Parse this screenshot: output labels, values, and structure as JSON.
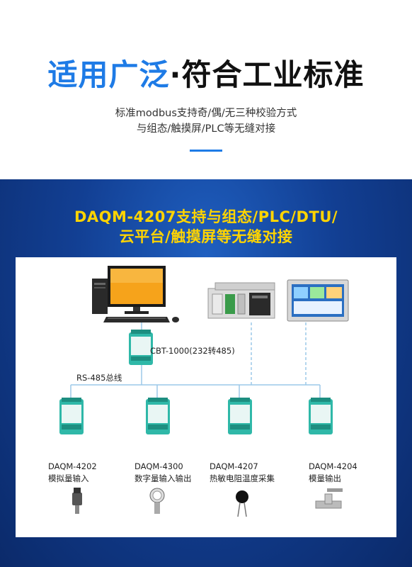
{
  "header": {
    "headline_blue": "适用广泛",
    "headline_dot": "·",
    "headline_dark": "符合工业标准",
    "subtitle_line1": "标准modbus支持奇/偶/无三种校验方式",
    "subtitle_line2": "与组态/触摸屏/PLC等无缝对接"
  },
  "band": {
    "title_line1": "DAQM-4207支持与组态/PLC/DTU/",
    "title_line2": "云平台/触摸屏等无缝对接"
  },
  "diagram": {
    "converter_label": "CBT-1000(232转485)",
    "bus_label": "RS-485总线",
    "modules": [
      {
        "model": "DAQM-4202",
        "desc": "模拟量输入",
        "sensor_icon": "pressure-transmitter-icon"
      },
      {
        "model": "DAQM-4300",
        "desc": "数字量输入输出",
        "sensor_icon": "pressure-gauge-icon"
      },
      {
        "model": "DAQM-4207",
        "desc": "热敏电阻温度采集",
        "sensor_icon": "thermistor-icon"
      },
      {
        "model": "DAQM-4204",
        "desc": "模量输出",
        "sensor_icon": "ball-valve-icon"
      }
    ]
  },
  "colors": {
    "accent_blue": "#1e7be6",
    "band_blue": "#123f93",
    "title_yellow": "#ffd400",
    "bus_line": "#9cc9e8",
    "module_green": "#2fb8a8"
  }
}
